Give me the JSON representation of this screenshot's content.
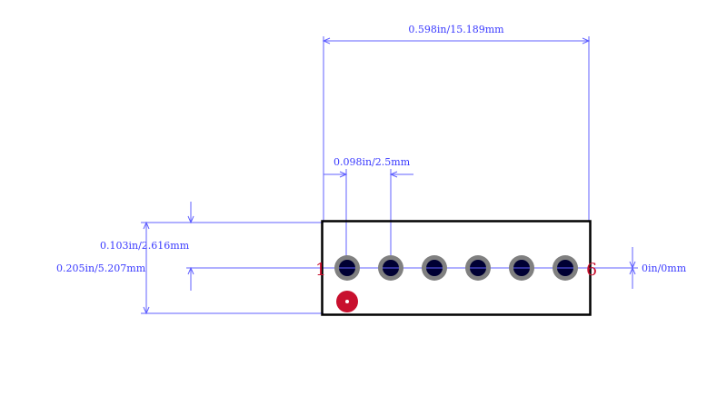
{
  "footprint": {
    "pin_count": 6,
    "first_pin_label": "1",
    "last_pin_label": "6",
    "dimensions": {
      "overall_width": "0.598in/15.189mm",
      "pin_pitch": "0.098in/2.5mm",
      "row_offset": "0.103in/2.616mm",
      "overall_height": "0.205in/5.207mm",
      "zero_offset": "0in/0mm"
    }
  },
  "colors": {
    "dimension": "#3a3aff",
    "outline": "#000000",
    "pad_ring": "#808080",
    "pad_hole": "#000033",
    "pin_label": "#c8102e",
    "pin1_marker": "#c8102e"
  }
}
